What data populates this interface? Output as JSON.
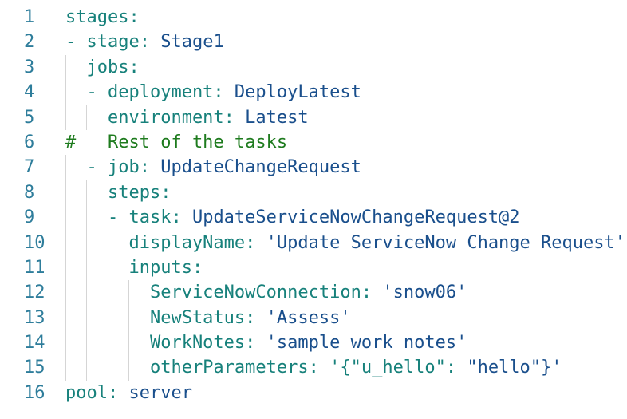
{
  "app": {
    "kind": "yaml-code-editor-view",
    "language": "yaml"
  },
  "colors": {
    "background": "#ffffff",
    "line_number": "#2E7D9B",
    "key": "#17817B",
    "value": "#1A4F8C",
    "comment": "#1E7B1E",
    "indent_guide": "#D5D5D5"
  },
  "code": {
    "lines": [
      {
        "number": "1",
        "guides": [],
        "segments": [
          {
            "text": "stages:",
            "color": "key"
          }
        ]
      },
      {
        "number": "2",
        "guides": [],
        "segments": [
          {
            "text": "- stage:",
            "color": "key"
          },
          {
            "text": " Stage1",
            "color": "value"
          }
        ]
      },
      {
        "number": "3",
        "guides": [
          0
        ],
        "segments": [
          {
            "text": "  jobs:",
            "color": "key"
          }
        ]
      },
      {
        "number": "4",
        "guides": [
          0
        ],
        "segments": [
          {
            "text": "  - deployment:",
            "color": "key"
          },
          {
            "text": " DeployLatest",
            "color": "value"
          }
        ]
      },
      {
        "number": "5",
        "guides": [
          0,
          2
        ],
        "segments": [
          {
            "text": "    environment:",
            "color": "key"
          },
          {
            "text": " Latest",
            "color": "value"
          }
        ]
      },
      {
        "number": "6",
        "guides": [],
        "segments": [
          {
            "text": "#   Rest of the tasks",
            "color": "comment"
          }
        ]
      },
      {
        "number": "7",
        "guides": [
          0
        ],
        "segments": [
          {
            "text": "  - job:",
            "color": "key"
          },
          {
            "text": " UpdateChangeRequest",
            "color": "value"
          }
        ]
      },
      {
        "number": "8",
        "guides": [
          0,
          2
        ],
        "segments": [
          {
            "text": "    steps:",
            "color": "key"
          }
        ]
      },
      {
        "number": "9",
        "guides": [
          0,
          2
        ],
        "segments": [
          {
            "text": "    - task:",
            "color": "key"
          },
          {
            "text": " UpdateServiceNowChangeRequest@2",
            "color": "value"
          }
        ]
      },
      {
        "number": "10",
        "guides": [
          0,
          2,
          4
        ],
        "segments": [
          {
            "text": "      displayName:",
            "color": "key"
          },
          {
            "text": " 'Update ServiceNow Change Request'",
            "color": "value"
          }
        ]
      },
      {
        "number": "11",
        "guides": [
          0,
          2,
          4
        ],
        "segments": [
          {
            "text": "      inputs:",
            "color": "key"
          }
        ]
      },
      {
        "number": "12",
        "guides": [
          0,
          2,
          4,
          6
        ],
        "segments": [
          {
            "text": "        ServiceNowConnection:",
            "color": "key"
          },
          {
            "text": " 'snow06'",
            "color": "value"
          }
        ]
      },
      {
        "number": "13",
        "guides": [
          0,
          2,
          4,
          6
        ],
        "segments": [
          {
            "text": "        NewStatus:",
            "color": "key"
          },
          {
            "text": " 'Assess'",
            "color": "value"
          }
        ]
      },
      {
        "number": "14",
        "guides": [
          0,
          2,
          4,
          6
        ],
        "segments": [
          {
            "text": "        WorkNotes:",
            "color": "key"
          },
          {
            "text": " 'sample work notes'",
            "color": "value"
          }
        ]
      },
      {
        "number": "15",
        "guides": [
          0,
          2,
          4,
          6
        ],
        "segments": [
          {
            "text": "        otherParameters: '{\"u_hello\":",
            "color": "key"
          },
          {
            "text": " \"hello\"}'",
            "color": "value"
          }
        ]
      },
      {
        "number": "16",
        "guides": [],
        "segments": [
          {
            "text": "pool:",
            "color": "key"
          },
          {
            "text": " server",
            "color": "value"
          }
        ]
      }
    ]
  }
}
